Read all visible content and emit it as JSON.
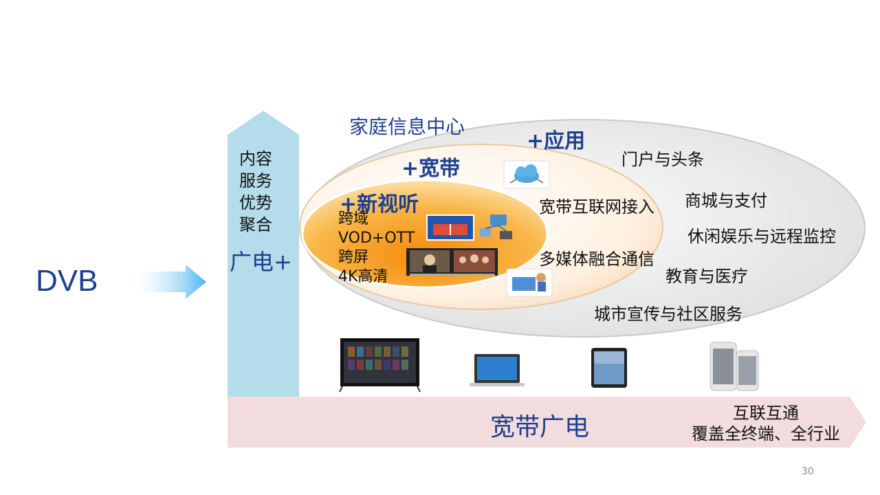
{
  "dvb_label": "DVB",
  "left_column": {
    "lines": [
      "内容",
      "服务",
      "优势",
      "聚合"
    ],
    "label": "广电+"
  },
  "hub": {
    "title": "家庭信息中心",
    "app_layer": {
      "title": "+应用",
      "items": [
        "门户与头条",
        "商城与支付",
        "休闲娱乐与远程监控",
        "教育与医疗",
        "城市宣传与社区服务"
      ]
    },
    "broadband_layer": {
      "title": "+宽带",
      "items": [
        "宽带互联网接入",
        "多媒体融合通信"
      ]
    },
    "new_av_layer": {
      "title": "+新视听",
      "items": [
        "跨域",
        "VOD+OTT",
        "跨屏",
        "4K高清"
      ]
    }
  },
  "bottom_band": {
    "label": "宽带广电",
    "side_lines": [
      "互联互通",
      "覆盖全终端、全行业"
    ]
  },
  "devices": [
    "tv-icon",
    "laptop-icon",
    "tablet-icon",
    "phone-icon"
  ],
  "page_number": "30",
  "colors": {
    "title_blue": "#1f3f8f",
    "column_blue": "#b4dcea",
    "band_pink": "#f2dcdd",
    "core_orange": "#f7a41f"
  }
}
